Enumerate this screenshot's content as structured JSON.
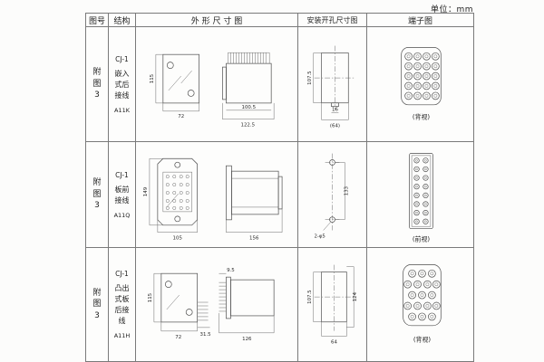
{
  "unit_label": "单位：mm",
  "headers": {
    "fig": "图号",
    "structure": "结构",
    "outline": "外 形 尺 寸 图",
    "install": "安装开孔尺寸图",
    "terminal": "端子图"
  },
  "rows": [
    {
      "fig": "附图3",
      "model": "CJ-1",
      "structure": "嵌入式后接线",
      "code": "A11K",
      "outline": {
        "dim_h": "115",
        "dim_w": "72",
        "dim_l1": "100.5",
        "dim_l2": "122.5"
      },
      "install": {
        "dim_h": "107.5",
        "dim_w1": "16",
        "dim_w2": "(64)"
      },
      "terminal_view": "(背视)"
    },
    {
      "fig": "附图3",
      "model": "CJ-1",
      "structure": "板前接线",
      "code": "A11Q",
      "outline": {
        "dim_h": "149",
        "dim_w": "105",
        "dim_l": "156"
      },
      "install": {
        "dim_h": "133",
        "dim_hole": "2-φ5"
      },
      "terminal_view": "(前视)"
    },
    {
      "fig": "附图3",
      "model": "CJ-1",
      "structure": "凸出式板后接线",
      "code": "A11H",
      "outline": {
        "dim_h": "115",
        "dim_w": "72",
        "dim_l1": "31.5",
        "dim_l2": "9.5",
        "dim_l3": "126"
      },
      "install": {
        "dim_h1": "107.5",
        "dim_h2": "124",
        "dim_w": "64"
      },
      "terminal_view": "(背视)"
    }
  ]
}
